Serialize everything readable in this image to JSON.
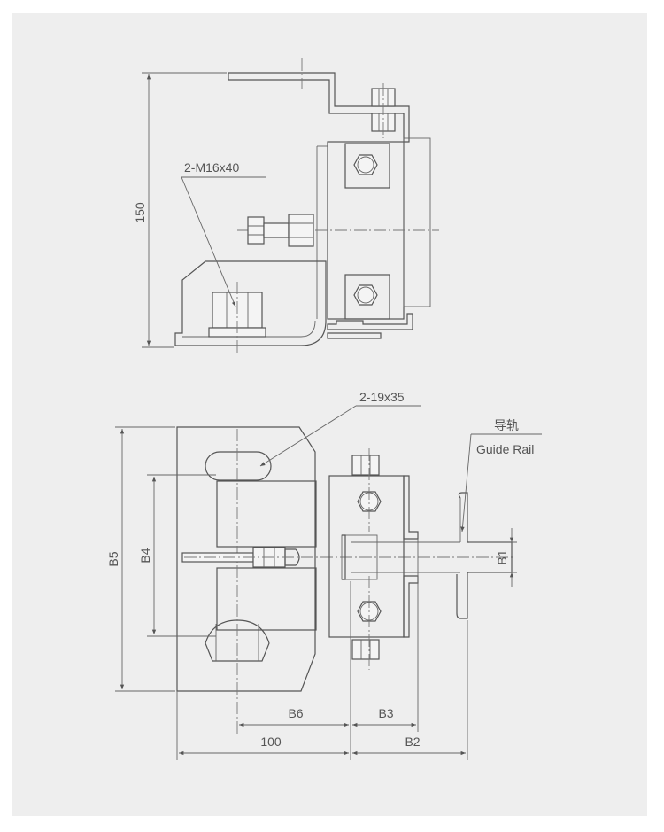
{
  "labels": {
    "bolt_spec": "2-M16x40",
    "slot_spec": "2-19x35",
    "height_dim": "150",
    "guide_rail_cn": "导轨",
    "guide_rail_en": "Guide Rail",
    "dim_b1": "B1",
    "dim_b2": "B2",
    "dim_b3": "B3",
    "dim_b4": "B4",
    "dim_b5": "B5",
    "dim_b6": "B6",
    "dim_100": "100"
  }
}
